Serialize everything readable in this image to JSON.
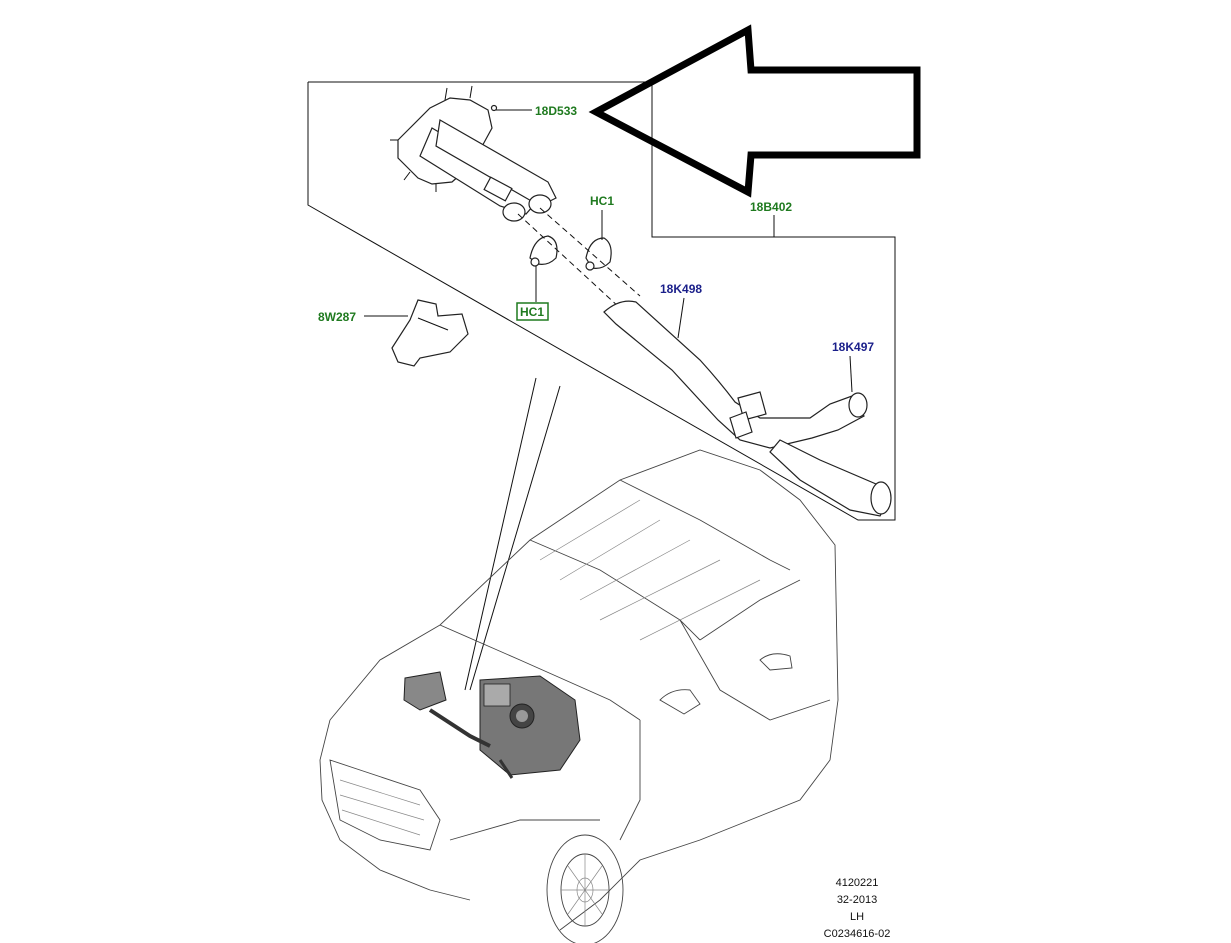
{
  "callouts": {
    "p18d533": "18D533",
    "hc1_top": "HC1",
    "p18b402": "18B402",
    "hc1_boxed": "HC1",
    "p8w287": "8W287",
    "p18k498": "18K498",
    "p18k497": "18K497"
  },
  "footer": {
    "line1": "4120221",
    "line2": "32-2013",
    "line3": "LH",
    "line4": "C0234616-02"
  },
  "colors": {
    "green_label": "#1f7a1f",
    "blue_label": "#1a1f8a",
    "arrow": "#000000"
  }
}
